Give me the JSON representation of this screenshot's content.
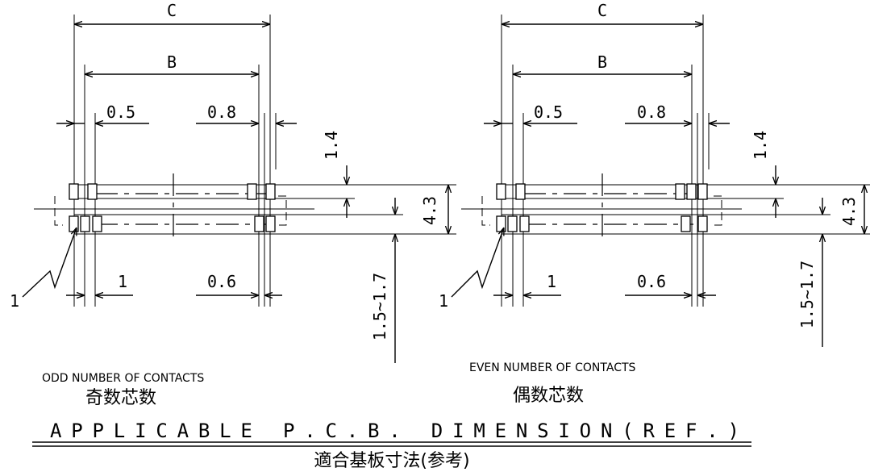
{
  "left": {
    "dim_c": "C",
    "dim_b": "B",
    "dim_0_5": "0.5",
    "dim_0_8": "0.8",
    "dim_1_4": "1.4",
    "dim_4_3": "4.3",
    "dim_1": "1",
    "dim_0_6": "0.6",
    "dim_range": "1.5~1.7",
    "callout": "1",
    "caption_en": "ODD NUMBER OF CONTACTS",
    "caption_jp": "奇数芯数"
  },
  "right": {
    "dim_c": "C",
    "dim_b": "B",
    "dim_0_5": "0.5",
    "dim_0_8": "0.8",
    "dim_1_4": "1.4",
    "dim_4_3": "4.3",
    "dim_1": "1",
    "dim_0_6": "0.6",
    "dim_range": "1.5~1.7",
    "callout": "1",
    "caption_en": "EVEN NUMBER OF CONTACTS",
    "caption_jp": "偶数芯数"
  },
  "title_en": "APPLICABLE P.C.B. DIMENSION(REF.)",
  "title_jp": "適合基板寸法(参考)"
}
